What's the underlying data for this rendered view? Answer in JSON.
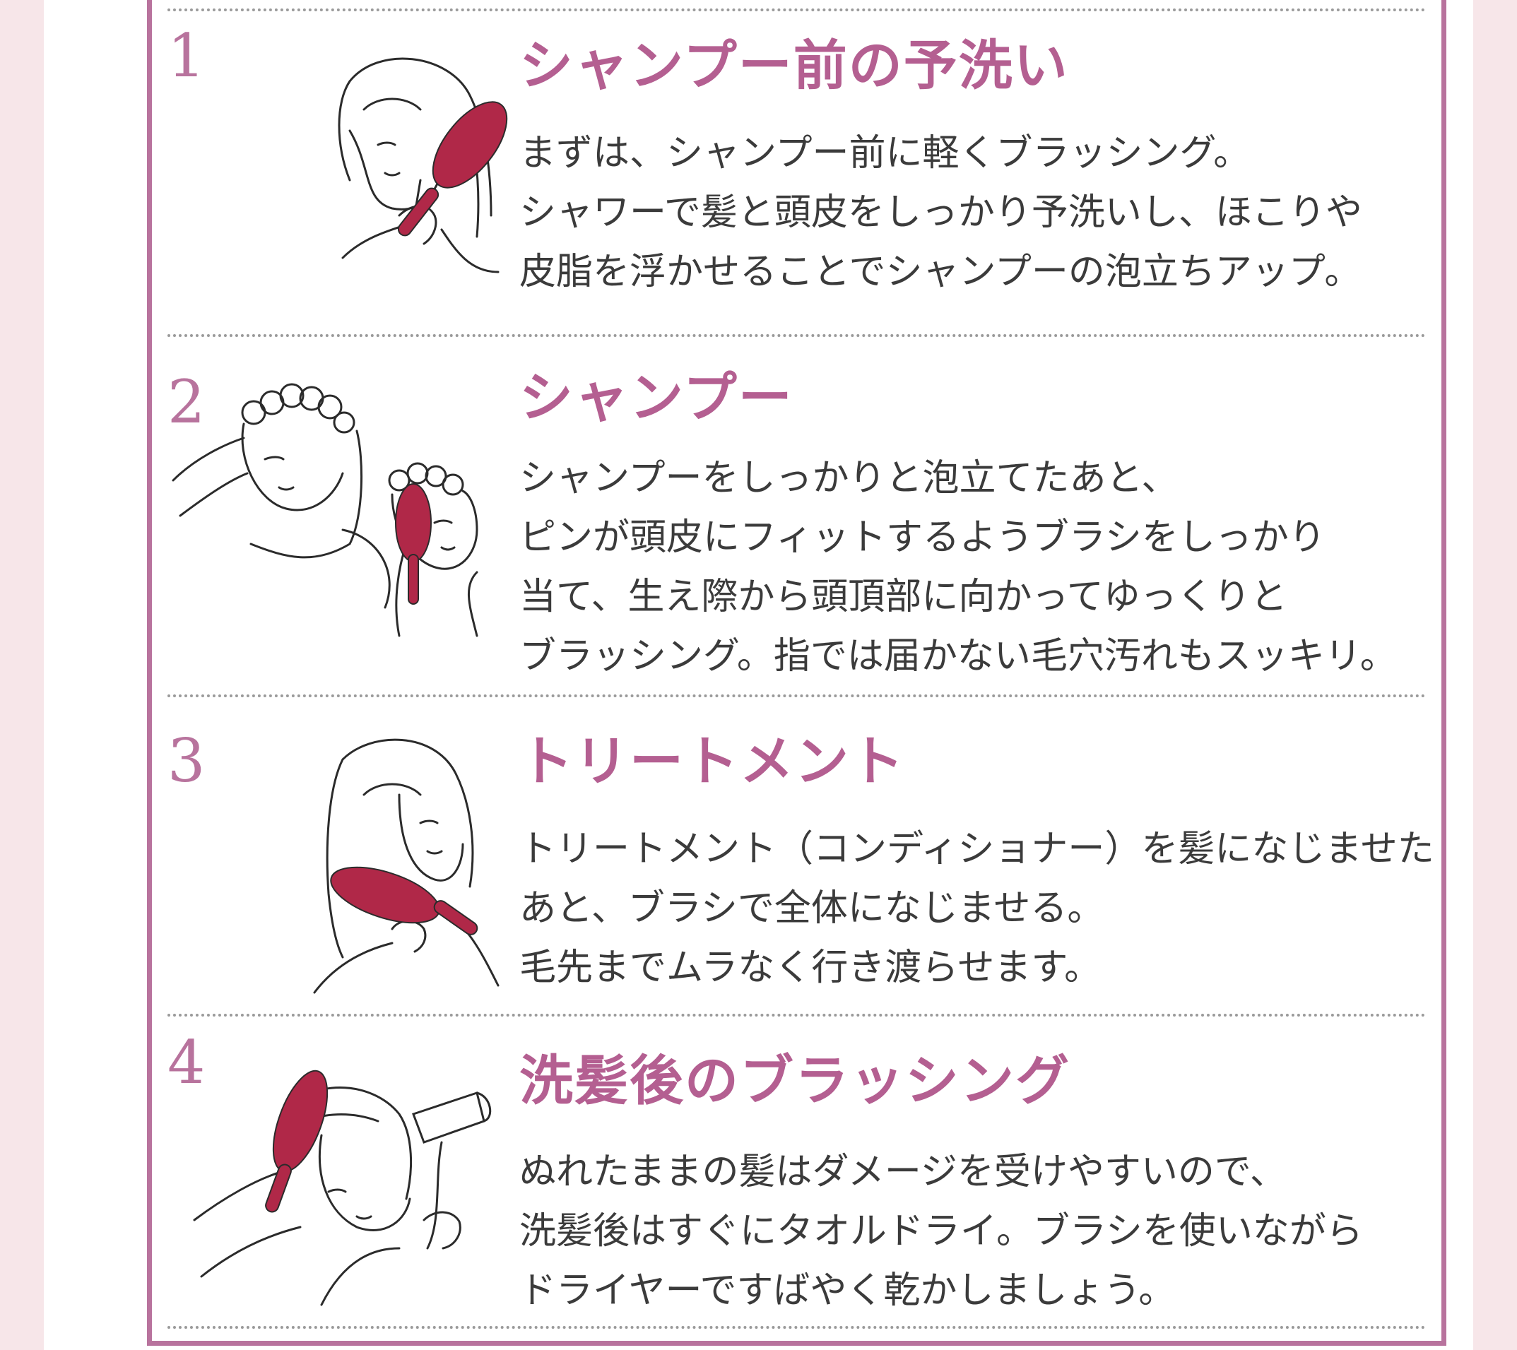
{
  "colors": {
    "accent": "#b45f91",
    "frame": "#b8739d",
    "brush": "#b02848",
    "text": "#3b3b3b",
    "background": "#f7e6e9"
  },
  "steps": [
    {
      "number": "1",
      "title": "シャンプー前の予洗い",
      "lines": [
        "まずは、シャンプー前に軽くブラッシング。",
        "シャワーで髪と頭皮をしっかり予洗いし、ほこりや",
        "皮脂を浮かせることでシャンプーの泡立ちアップ。"
      ],
      "illustration": "woman-brushing-dry-hair"
    },
    {
      "number": "2",
      "title": "シャンプー",
      "lines": [
        "シャンプーをしっかりと泡立てたあと、",
        "ピンが頭皮にフィットするようブラシをしっかり",
        "当て、生え際から頭頂部に向かってゆっくりと",
        "ブラッシング。指では届かない毛穴汚れもスッキリ。"
      ],
      "illustration": "woman-shampooing-with-brush"
    },
    {
      "number": "3",
      "title": "トリートメント",
      "lines": [
        "トリートメント（コンディショナー）を髪になじませた",
        "あと、ブラシで全体になじませる。",
        "毛先までムラなく行き渡らせます。"
      ],
      "illustration": "woman-applying-treatment"
    },
    {
      "number": "4",
      "title": "洗髪後のブラッシング",
      "lines": [
        "ぬれたままの髪はダメージを受けやすいので、",
        "洗髪後はすぐにタオルドライ。ブラシを使いながら",
        "ドライヤーですばやく乾かしましょう。"
      ],
      "illustration": "woman-blow-drying-and-brushing"
    }
  ]
}
